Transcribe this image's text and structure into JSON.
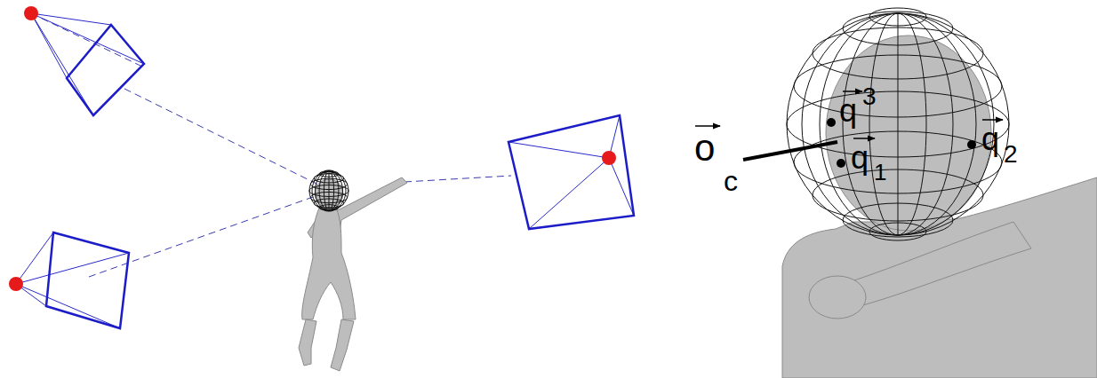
{
  "diagram": {
    "labels": [
      "o",
      "c",
      "q",
      "3",
      "q",
      "1",
      "q",
      "2"
    ]
  }
}
